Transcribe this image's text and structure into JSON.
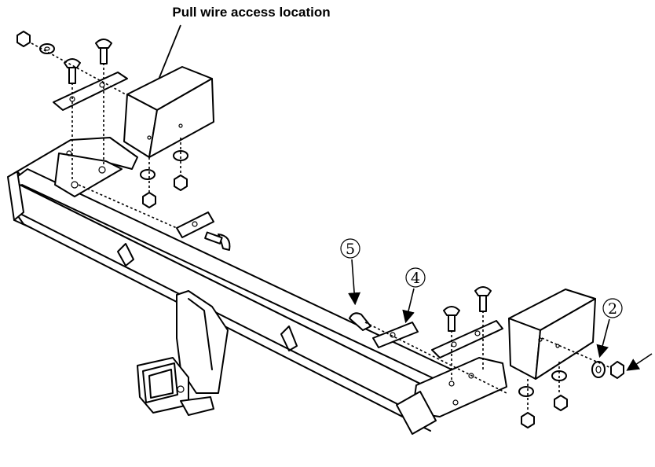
{
  "callout": {
    "text": "Pull wire access location"
  },
  "part_numbers": {
    "p2": "2",
    "p4": "4",
    "p5": "5"
  },
  "colors": {
    "line": "#000000",
    "background": "#ffffff"
  }
}
